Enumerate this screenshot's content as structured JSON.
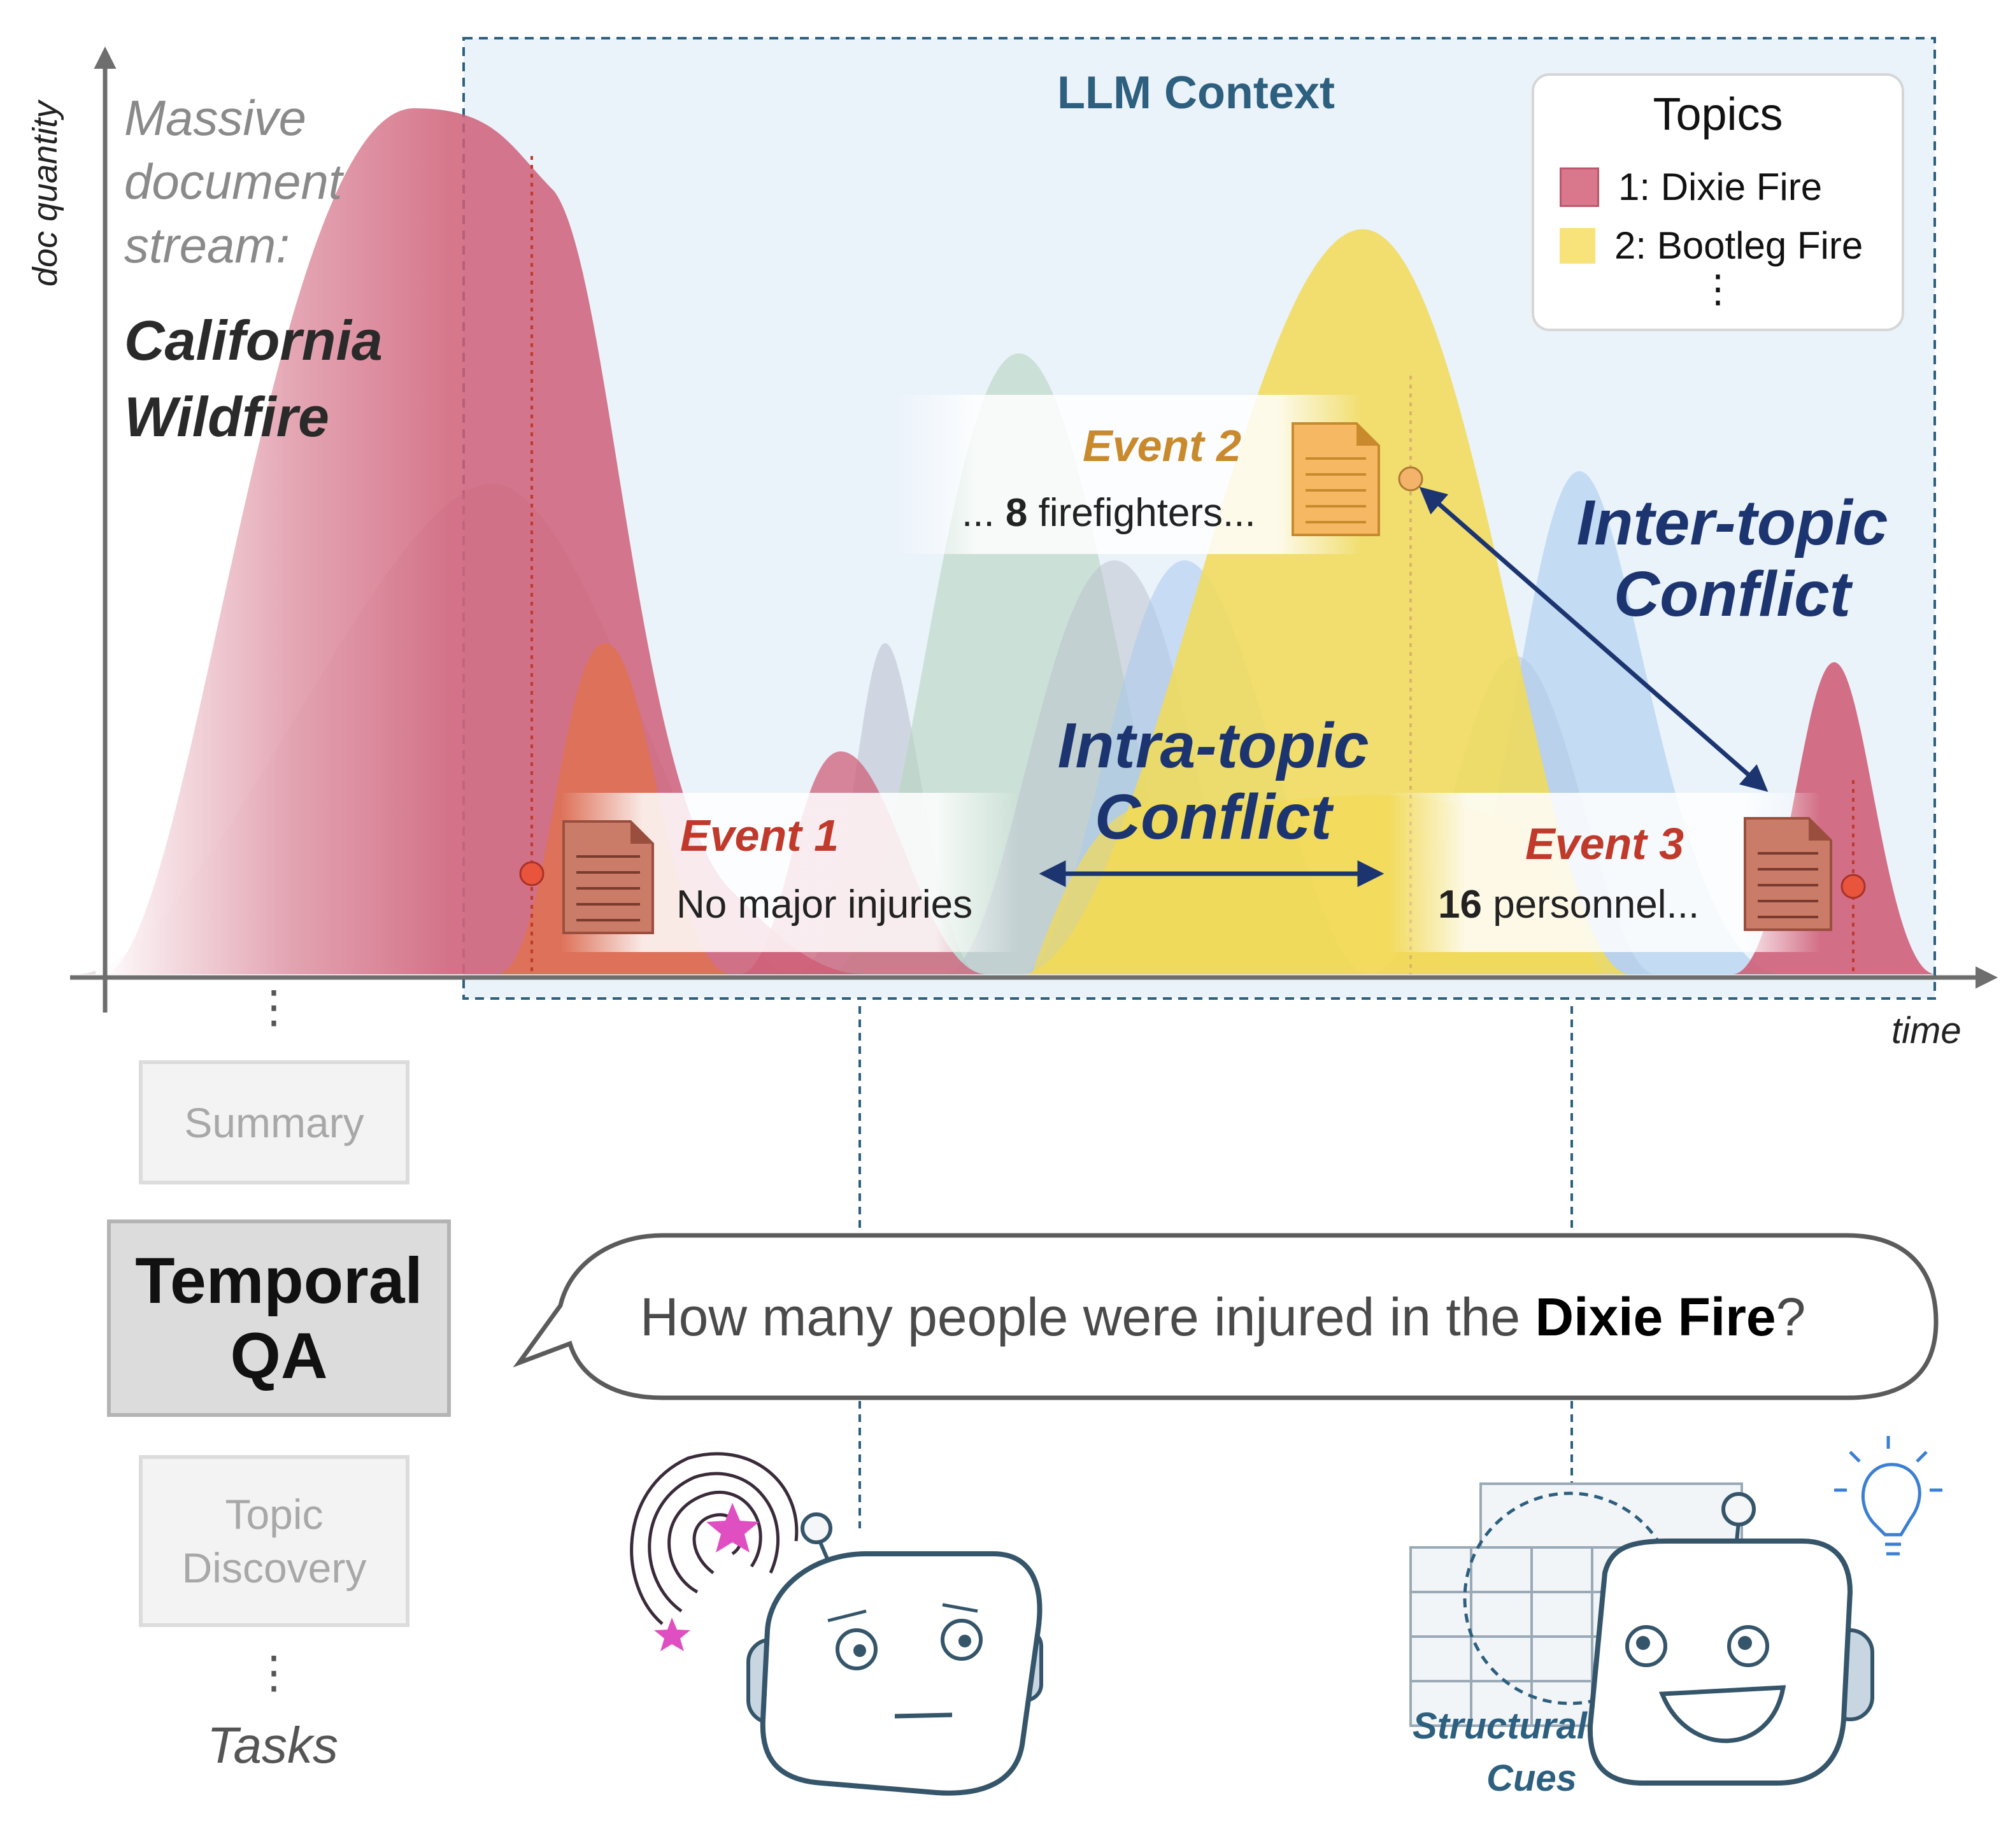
{
  "axes": {
    "y_label": "doc quantity",
    "x_label": "time"
  },
  "stream": {
    "line1": "Massive",
    "line2": "document",
    "line3": "stream:",
    "topic_line1": "California",
    "topic_line2": "Wildfire"
  },
  "context_box": {
    "label": "LLM Context"
  },
  "legend": {
    "title": "Topics",
    "items": [
      {
        "label": "1: Dixie Fire",
        "color": "#d9788c"
      },
      {
        "label": "2: Bootleg Fire",
        "color": "#f7e37a"
      }
    ],
    "more": "⋮"
  },
  "events": [
    {
      "title": "Event 1",
      "bold": "",
      "text": "No major injuries",
      "color": "#c0392b"
    },
    {
      "title": "Event 2",
      "bold": "8",
      "text": " firefighters...",
      "prefix": "... ",
      "color": "#c98a2e"
    },
    {
      "title": "Event 3",
      "bold": "16",
      "text": " personnel...",
      "color": "#c0392b"
    }
  ],
  "conflicts": {
    "intra_line1": "Intra-topic",
    "intra_line2": "Conflict",
    "inter_line1": "Inter-topic",
    "inter_line2": "Conflict"
  },
  "tasks": {
    "dots_top": "⋮",
    "summary": "Summary",
    "temporal_qa_line1": "Temporal",
    "temporal_qa_line2": "QA",
    "topic_discovery_line1": "Topic",
    "topic_discovery_line2": "Discovery",
    "dots_bottom": "⋮",
    "caption": "Tasks"
  },
  "question": {
    "prefix": "How many people were injured in the ",
    "bold": "Dixie Fire",
    "suffix": "?"
  },
  "robots": {
    "cues_line1": "Structural",
    "cues_line2": "Cues"
  },
  "colors": {
    "dixie": "#cf5f78",
    "bootleg": "#f2da55",
    "green": "#a9cdb4",
    "blue": "#a9cbef",
    "grey": "#b9bfcc",
    "orange": "#e0724a",
    "context_bg": "#eaf2fa",
    "context_border": "#2d5f7f",
    "conflict": "#1c3570"
  }
}
